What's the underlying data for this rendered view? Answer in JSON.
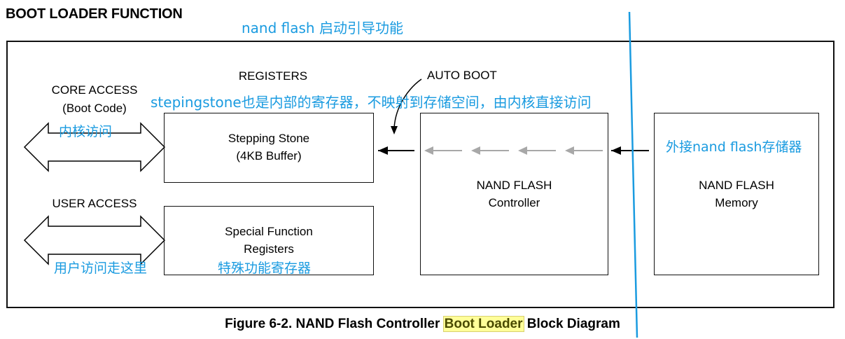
{
  "diagram": {
    "title": "BOOT LOADER FUNCTION",
    "labels": {
      "registers": "REGISTERS",
      "auto_boot": "AUTO BOOT",
      "core_access_line1": "CORE ACCESS",
      "core_access_line2": "(Boot Code)",
      "user_access": "USER ACCESS"
    },
    "blocks": {
      "stepping_stone": {
        "line1": "Stepping Stone",
        "line2": "(4KB Buffer)"
      },
      "special_function": {
        "line1": "Special Function",
        "line2": "Registers"
      },
      "nand_controller": {
        "line1": "NAND FLASH",
        "line2": "Controller"
      },
      "nand_memory": {
        "line1": "NAND FLASH",
        "line2": "Memory"
      }
    },
    "caption": {
      "prefix": "Figure 6-2. NAND Flash Controller ",
      "highlight": "Boot Loader",
      "suffix": " Block Diagram"
    }
  },
  "annotations": {
    "color": "#1a9be0",
    "highlight_color": "#ffff99",
    "title_note": "nand flash 启动引导功能",
    "stepping_stone_note": "stepingstone也是内部的寄存器，不映射到存储空间，由内核直接访问",
    "core_access_note": "内核访问",
    "user_access_note": "用户访问走这里",
    "sfr_note": "特殊功能寄存器",
    "memory_note": "外接nand flash存储器"
  }
}
